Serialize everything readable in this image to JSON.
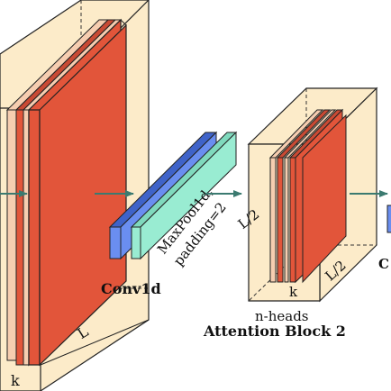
{
  "labels": {
    "conv1d": "Conv1d",
    "maxpool_line1": "MaxPool1d,",
    "maxpool_line2": "padding=2",
    "l_half_front": "L/2",
    "l_half_side": "L/2",
    "block1_k": "k",
    "block1_L": "L",
    "block2_k": "k",
    "n_heads": "n-heads",
    "attention_block_2": "Attention Block 2",
    "right_edge_partial": "C"
  },
  "colors": {
    "block_fill": "#fcebc9",
    "block_stroke": "#222222",
    "red_map": "#e2553a",
    "red_map_dark": "#c94a34",
    "map_light": "#f6cdb0",
    "conv_blue": "#6a8ef0",
    "conv_blue_dark": "#3f63c9",
    "pool_teal": "#99ecd2",
    "arrow": "#3b7a70"
  }
}
